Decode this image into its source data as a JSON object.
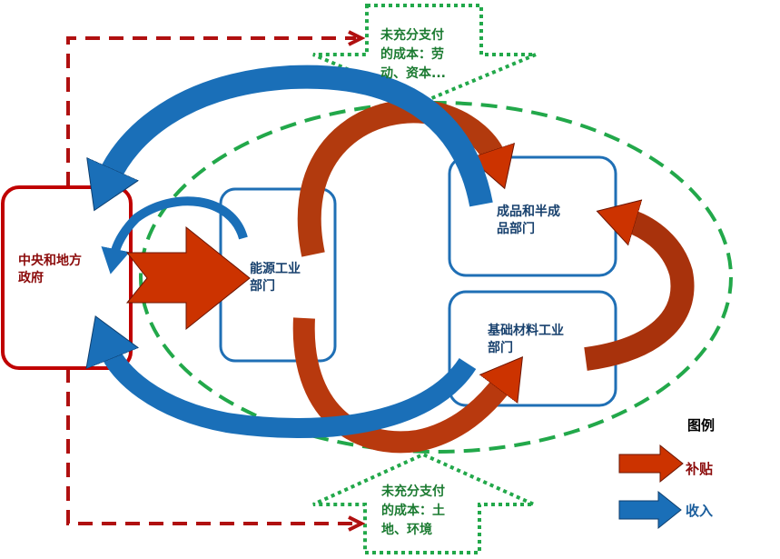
{
  "nodes": {
    "government": "中央和地方\n政府",
    "energy": "能源工业\n部门",
    "finished": "成品和半成\n品部门",
    "materials": "基础材料工业\n部门"
  },
  "callouts": {
    "top": "未充分支付\n的成本：劳\n动、资本...",
    "bottom": "未充分支付\n的成本：土\n地、环境"
  },
  "legend": {
    "title": "图例",
    "subsidy": "补贴",
    "income": "收入"
  },
  "colors": {
    "subsidy": "#cc3300",
    "income": "#1a6fb8",
    "gov_border": "#c00000",
    "sector_border": "#1f6fb5",
    "boundary": "#22a84a"
  }
}
